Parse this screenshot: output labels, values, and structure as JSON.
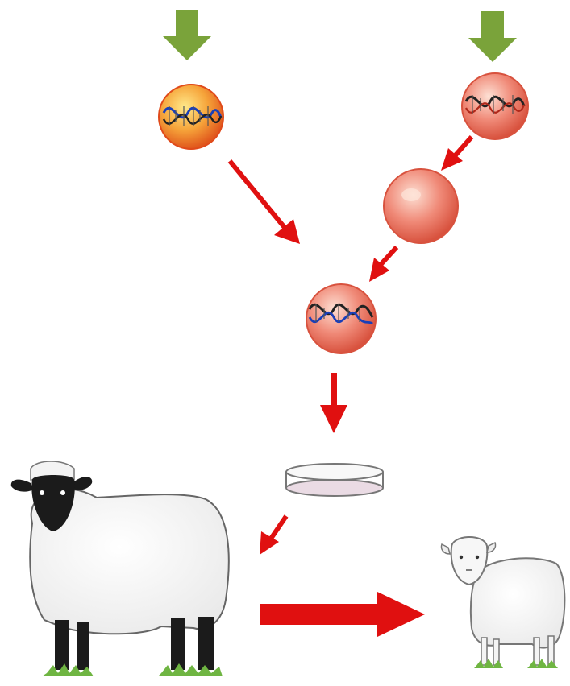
{
  "diagram": {
    "inputs": [
      {
        "name": "somatic-cell-donor",
        "icon": "green-down-arrow"
      },
      {
        "name": "egg-cell-donor",
        "icon": "green-down-arrow"
      }
    ],
    "stages": [
      "body-cell-with-dna",
      "egg-cell-with-dna",
      "enucleated-egg-cell",
      "fused-cell-with-dna",
      "petri-dish",
      "surrogate-mother-sheep",
      "cloned-lamb"
    ]
  },
  "colors": {
    "green_arrow": "#7aa33a",
    "red_arrow": "#e01010",
    "cell_orange": "#f6a43a",
    "cell_pink": "#f08a78",
    "dna_blue": "#1a3fb8",
    "dna_dark": "#222222",
    "sheep_face": "#1b1b1b",
    "grass": "#6fb542"
  }
}
